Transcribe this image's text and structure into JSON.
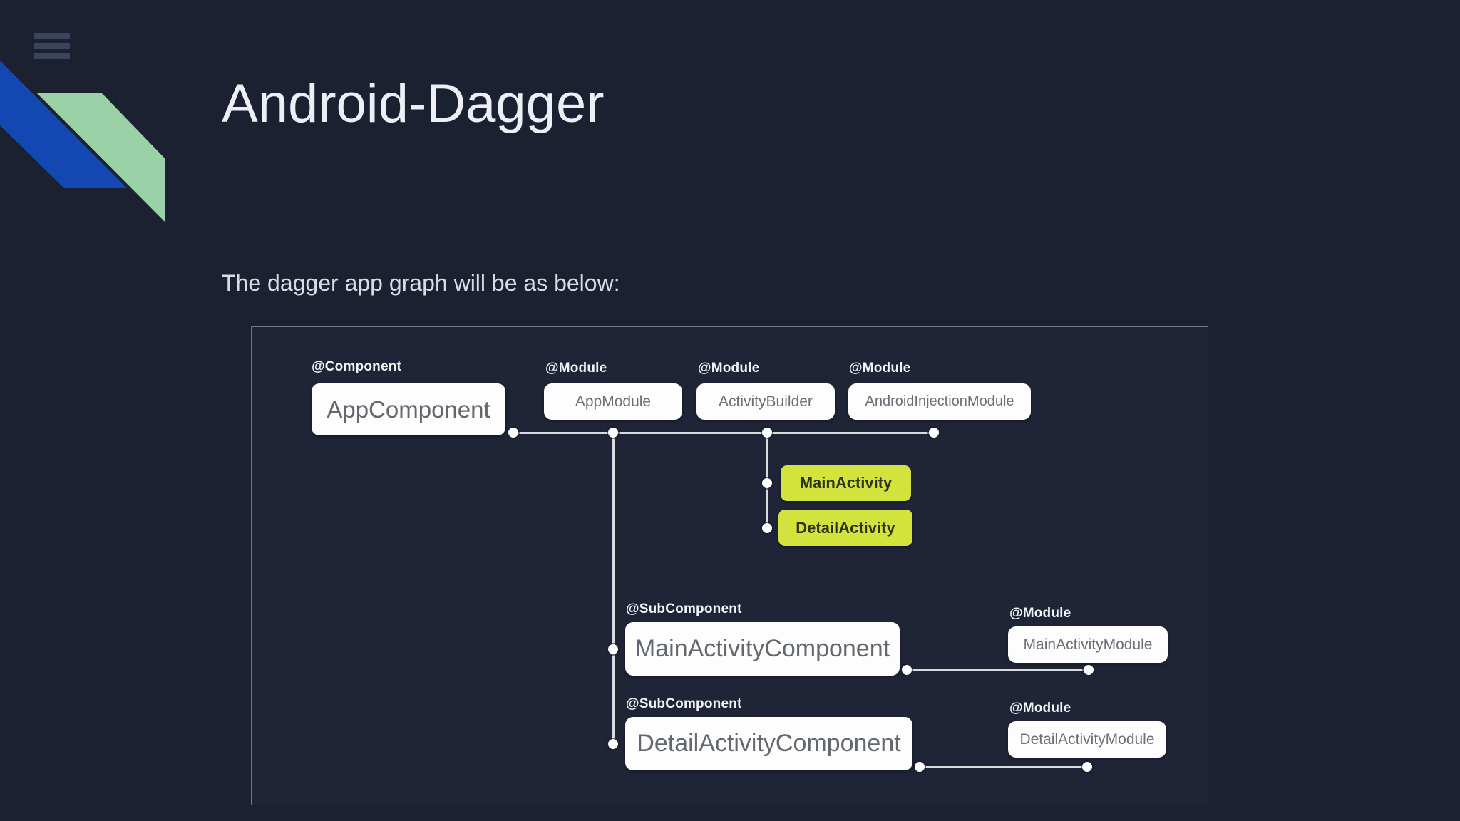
{
  "page": {
    "background_color": "#1c2132",
    "panel_background_color": "#1f2437",
    "panel_border_color": "#6f7788",
    "accent_blue": "#1348b2",
    "accent_green": "#9bd1a6",
    "lime_color": "#d3e33d",
    "menu_icon": "hamburger-icon"
  },
  "header": {
    "title": "Android-Dagger"
  },
  "body": {
    "intro_text": "The dagger app graph will be as below:"
  },
  "diagram": {
    "nodes": {
      "app_component": {
        "annotation": "@Component",
        "label": "AppComponent"
      },
      "app_module": {
        "annotation": "@Module",
        "label": "AppModule"
      },
      "activity_builder": {
        "annotation": "@Module",
        "label": "ActivityBuilder"
      },
      "android_injection_module": {
        "annotation": "@Module",
        "label": "AndroidInjectionModule"
      },
      "main_activity": {
        "label": "MainActivity"
      },
      "detail_activity": {
        "label": "DetailActivity"
      },
      "main_activity_component": {
        "annotation": "@SubComponent",
        "label": "MainActivityComponent"
      },
      "main_activity_module": {
        "annotation": "@Module",
        "label": "MainActivityModule"
      },
      "detail_activity_component": {
        "annotation": "@SubComponent",
        "label": "DetailActivityComponent"
      },
      "detail_activity_module": {
        "annotation": "@Module",
        "label": "DetailActivityModule"
      }
    }
  }
}
